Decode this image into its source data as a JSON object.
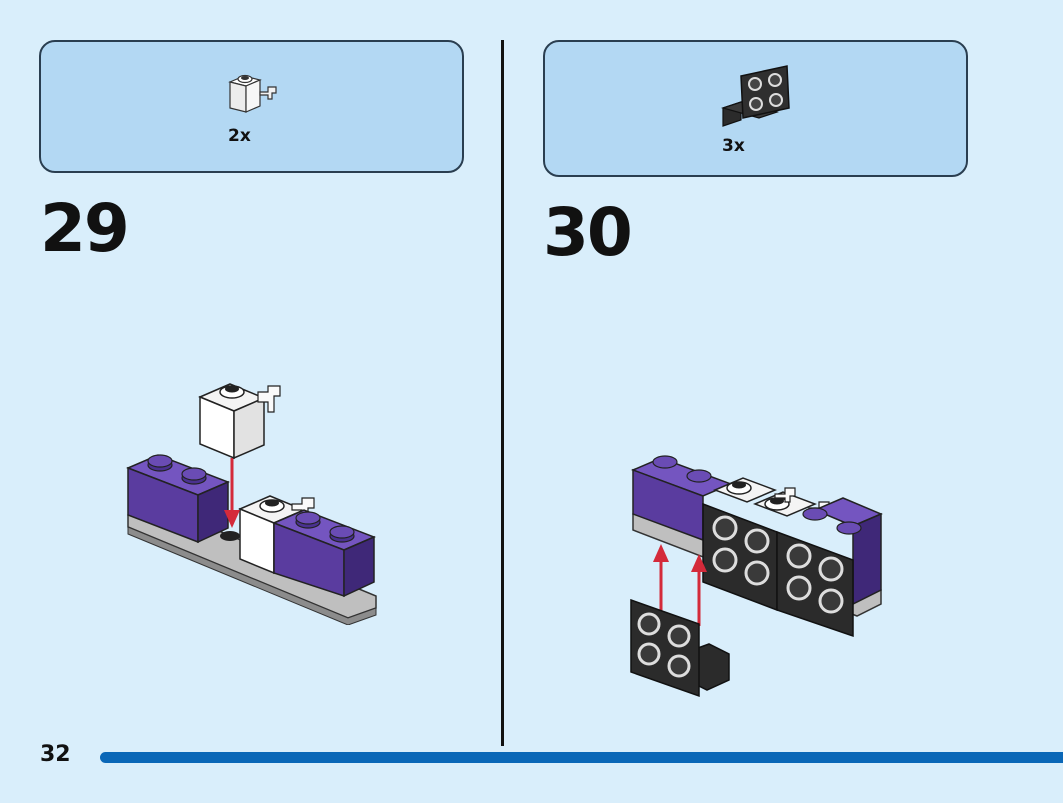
{
  "page": {
    "number": "32",
    "progress": 1.0
  },
  "steps": [
    {
      "number": "29",
      "parts": [
        {
          "qty": "2x",
          "icon": "white-1x1-brick-with-clip-icon"
        }
      ]
    },
    {
      "number": "30",
      "parts": [
        {
          "qty": "3x",
          "icon": "black-bracket-plate-icon"
        }
      ]
    }
  ],
  "colors": {
    "background": "#d9eefb",
    "parts_box": "#b3d8f3",
    "purple_brick": "#5b3a9a",
    "arrow": "#d42a3a",
    "progress_bar": "#0a67b7"
  }
}
